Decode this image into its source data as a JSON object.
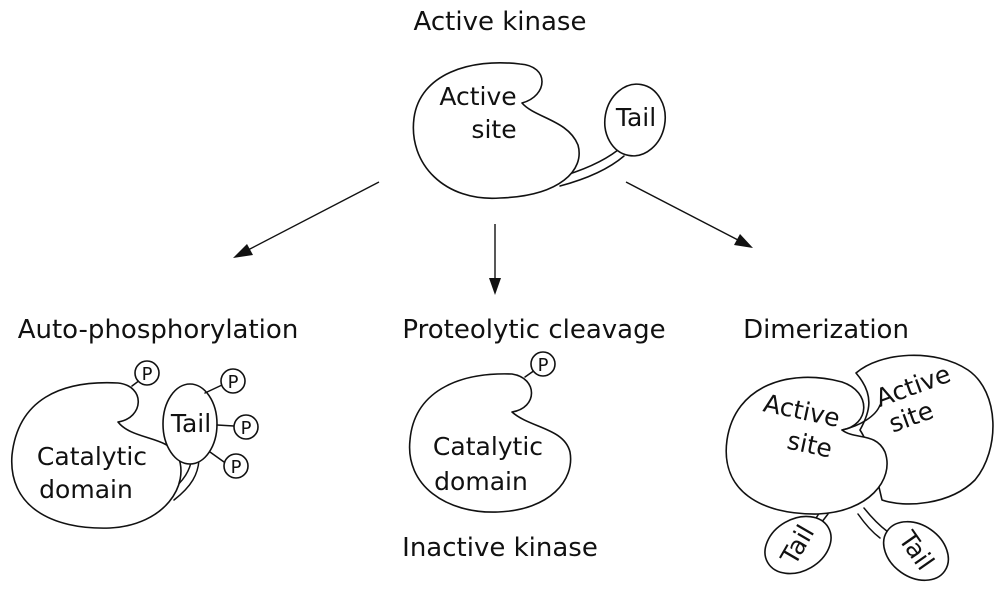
{
  "top": {
    "heading": "Active kinase",
    "active_site": [
      "Active",
      "site"
    ],
    "tail": "Tail"
  },
  "auto_phosphorylation": {
    "heading": "Auto-phosphorylation",
    "domain": [
      "Catalytic",
      "domain"
    ],
    "tail": "Tail",
    "phospho": "P"
  },
  "proteolytic_cleavage": {
    "heading": "Proteolytic cleavage",
    "domain": [
      "Catalytic",
      "domain"
    ],
    "phospho": "P",
    "caption": "Inactive kinase"
  },
  "dimerization": {
    "heading": "Dimerization",
    "active_site": [
      "Active",
      "site"
    ],
    "tail": "Tail"
  },
  "colors": {
    "stroke": "#111111",
    "fill": "#ffffff"
  }
}
